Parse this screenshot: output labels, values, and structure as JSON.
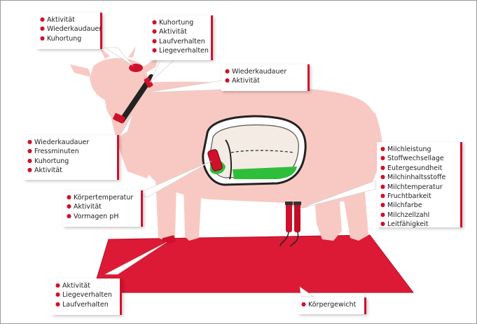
{
  "colors": {
    "accent": "#d0112b",
    "cow_body": "#f8c9c3",
    "mat": "#dc1a35",
    "rumen_fluid": "#2fbe3c",
    "sensor_dark": "#222222"
  },
  "callouts": {
    "head": {
      "items": [
        "Aktivität",
        "Wiederkaudauer",
        "Kuhortung"
      ]
    },
    "collar_top": {
      "items": [
        "Kuhortung",
        "Aktivität",
        "Laufverhalten",
        "Liegeverhalten"
      ]
    },
    "neck": {
      "items": [
        "Wiederkaudauer",
        "Aktivität"
      ]
    },
    "collar_low": {
      "items": [
        "Wiederkaudauer",
        "Fressminuten",
        "Kuhortung",
        "Aktivität"
      ]
    },
    "bolus": {
      "items": [
        "Körpertemperatur",
        "Aktivität",
        "Vormagen pH"
      ]
    },
    "udder": {
      "items": [
        "Milchleistung",
        "Stoffwechsellage",
        "Eutergesundheit",
        "Milchinhaltsstoffe",
        "Milchtemperatur",
        "Fruchtbarkeit",
        "Milchfarbe",
        "Milchzellzahl",
        "Leitfähigkeit"
      ]
    },
    "leg": {
      "items": [
        "Aktivität",
        "Liegeverhalten",
        "Laufverhalten"
      ]
    },
    "mat": {
      "items": [
        "Körpergewicht"
      ]
    }
  }
}
